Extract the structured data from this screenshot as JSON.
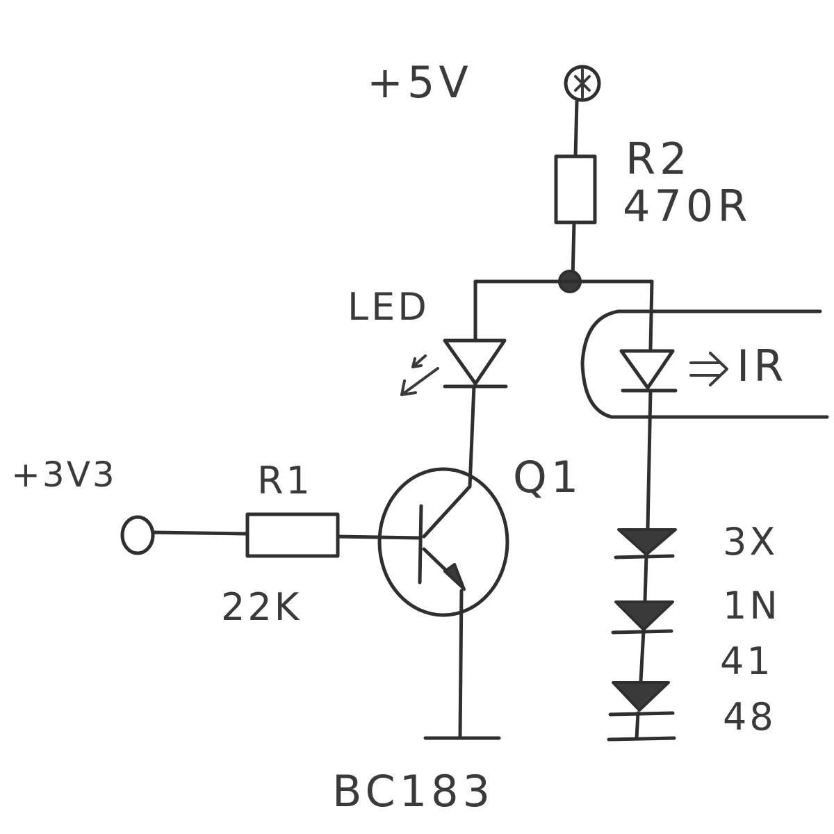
{
  "labels": {
    "supply_5v": "+5V",
    "supply_3v3": "+3V3",
    "r2_name": "R2",
    "r2_value": "470R",
    "r1_name": "R1",
    "r1_value": "22K",
    "led": "LED",
    "ir": "IR",
    "q1_name": "Q1",
    "transistor_part": "BC183",
    "diode_count": "3X",
    "diode_part_1": "1N",
    "diode_part_2": "41",
    "diode_part_3": "48"
  }
}
